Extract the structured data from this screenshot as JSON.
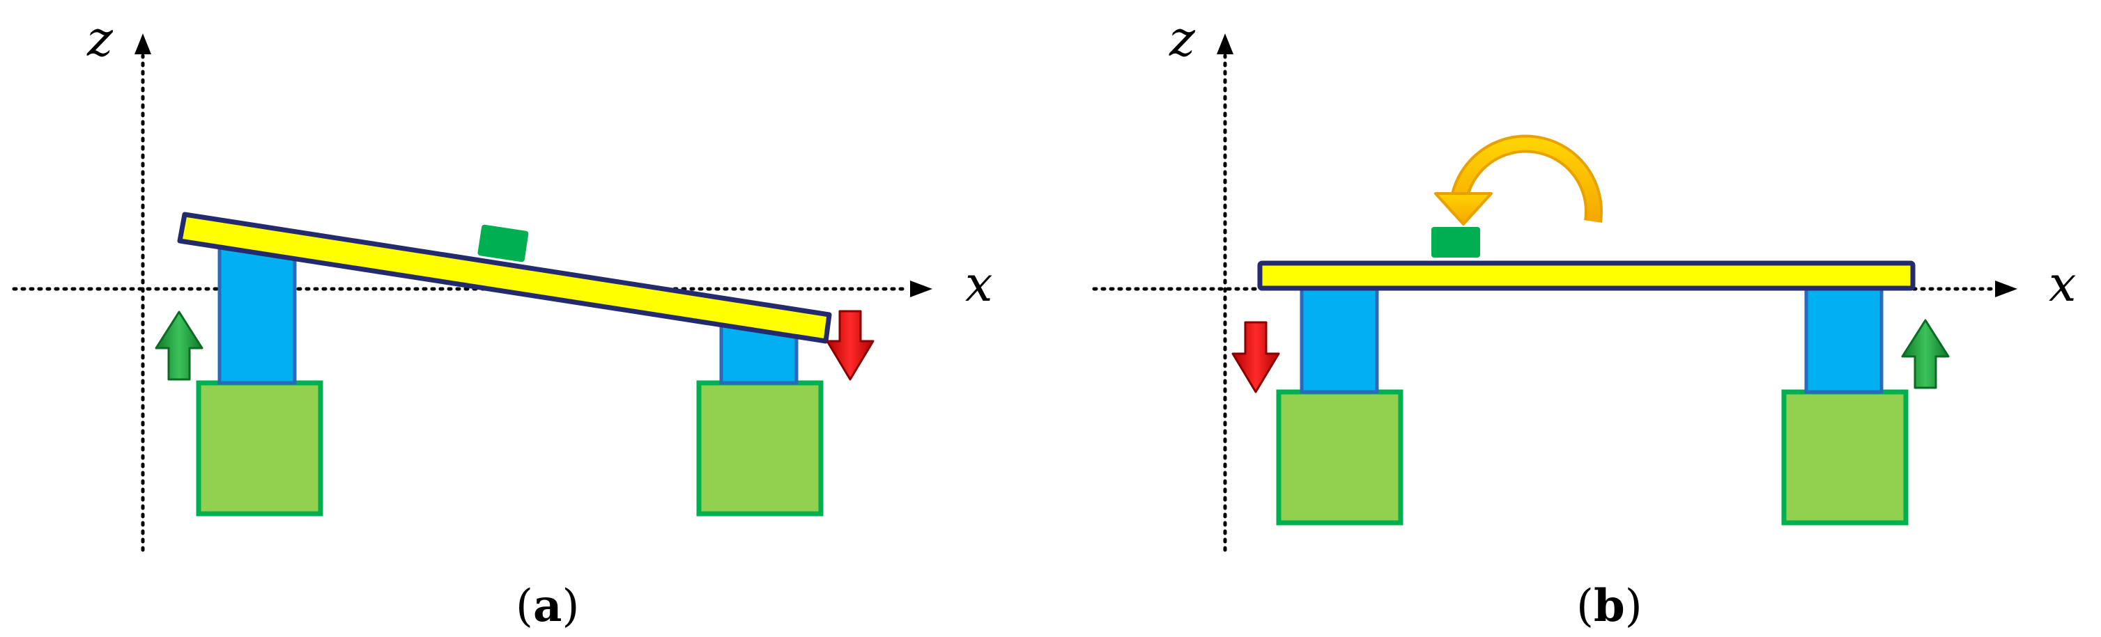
{
  "panels": [
    {
      "id": "a",
      "caption_open": "(",
      "caption_letter": "a",
      "caption_close": ")",
      "x_axis_label": "x",
      "z_axis_label": "z"
    },
    {
      "id": "b",
      "caption_open": "(",
      "caption_letter": "b",
      "caption_close": ")",
      "x_axis_label": "x",
      "z_axis_label": "z"
    }
  ],
  "colors": {
    "beam_fill": "#ffff00",
    "beam_stroke": "#242a6e",
    "pillar_fill": "#00b0f0",
    "pillar_stroke": "#2a6ab8",
    "base_fill": "#92d050",
    "base_stroke": "#00b050",
    "payload_fill": "#00b050",
    "arrow_up": "#1a9e3a",
    "arrow_down": "#e00000",
    "rotation_arrow": "#ffc000"
  },
  "icons": {
    "up_arrow": "green-up-arrow-icon",
    "down_arrow": "red-down-arrow-icon",
    "rotation": "curved-rotation-arrow-icon"
  }
}
